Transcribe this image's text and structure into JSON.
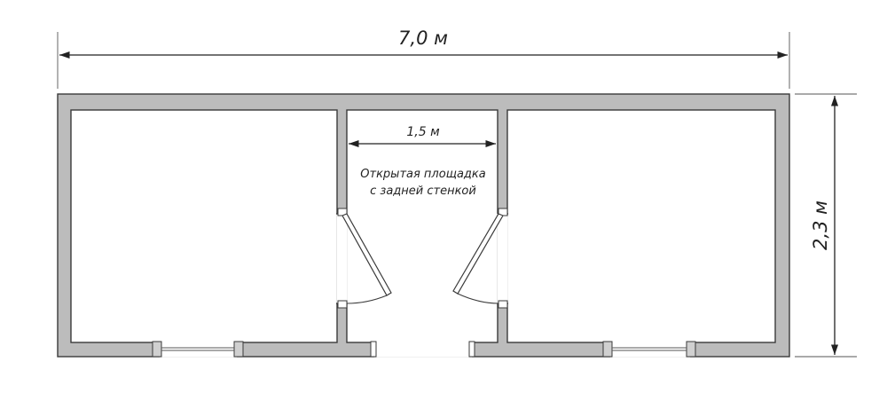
{
  "dimensions": {
    "total_width": "7,0 м",
    "total_height": "2,3 м",
    "middle_width": "1,5 м"
  },
  "labels": {
    "middle_area_line1": "Открытая площадка",
    "middle_area_line2": "с задней стенкой"
  },
  "colors": {
    "wall_fill": "#bcbcbc",
    "outline": "#3a3a3a",
    "background": "#ffffff"
  }
}
